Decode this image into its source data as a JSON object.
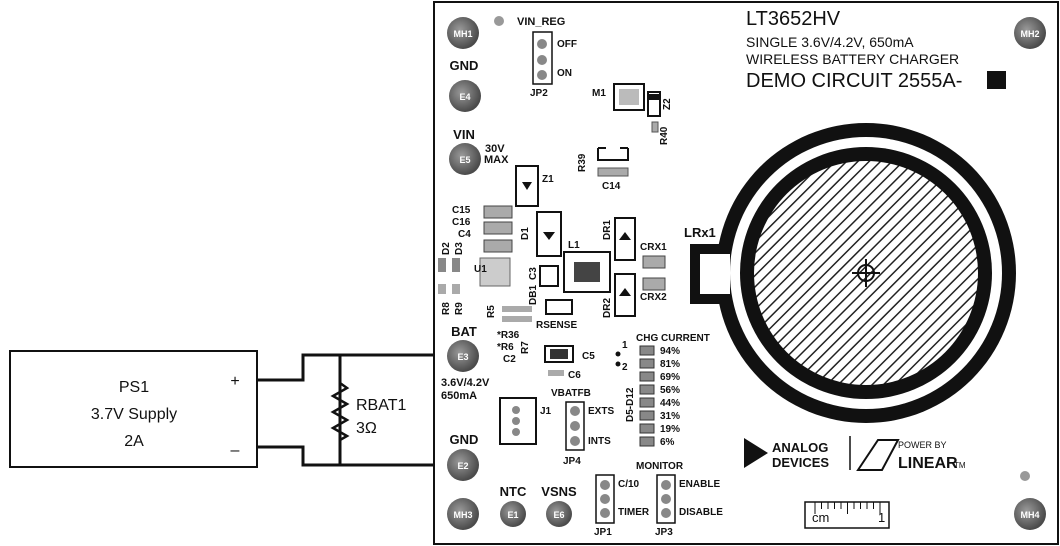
{
  "supply": {
    "name": "PS1",
    "desc": "3.7V Supply",
    "current": "2A",
    "plus": "+",
    "minus": "–"
  },
  "resistor": {
    "name": "RBAT1",
    "value": "3Ω"
  },
  "board": {
    "title": "LT3652HV",
    "line1": "SINGLE 3.6V/4.2V, 650mA",
    "line2": "WIRELESS BATTERY CHARGER",
    "line3": "DEMO CIRCUIT 2555A-",
    "mounting_holes": [
      "MH1",
      "MH2",
      "MH3",
      "MH4"
    ],
    "pads": {
      "E1": "E1",
      "E2": "E2",
      "E3": "E3",
      "E4": "E4",
      "E5": "E5",
      "E6": "E6"
    },
    "labels": {
      "gnd_top": "GND",
      "vin": "VIN",
      "vin_max": "30V\nMAX",
      "vin_max_1": "30V",
      "vin_max_2": "MAX",
      "bat": "BAT",
      "bat_v": "3.6V/4.2V",
      "bat_i": "650mA",
      "gnd_bottom": "GND",
      "ntc": "NTC",
      "vsns": "VSNS",
      "vin_reg": "VIN_REG",
      "off": "OFF",
      "on": "ON",
      "jp1": "JP1",
      "jp2": "JP2",
      "jp3": "JP3",
      "jp4": "JP4",
      "c10": "C/10",
      "timer": "TIMER",
      "enable": "ENABLE",
      "disable": "DISABLE",
      "monitor": "MONITOR",
      "exts": "EXTS",
      "ints": "INTS",
      "vbatfb": "VBATFB",
      "chg_current": "CHG CURRENT",
      "d5d12": "D5-D12",
      "lrx1": "LRx1",
      "m1": "M1",
      "z2": "Z2",
      "r40": "R40",
      "r39": "R39",
      "c14": "C14",
      "z1": "Z1",
      "c15": "C15",
      "c16": "C16",
      "c4": "C4",
      "d2": "D2",
      "d3": "D3",
      "u1": "U1",
      "d1": "D1",
      "c3": "C3",
      "l1": "L1",
      "dr1": "DR1",
      "crx1": "CRX1",
      "dr2": "DR2",
      "crx2": "CRX2",
      "db1": "DB1",
      "r5": "R5",
      "r8": "R8",
      "r9": "R9",
      "rsense": "RSENSE",
      "r36": "*R36",
      "r6": "*R6",
      "r7": "R7",
      "c2": "C2",
      "c5": "C5",
      "c6": "C6",
      "j1": "J1",
      "p1": "1",
      "p2": "2",
      "analog": "ANALOG",
      "devices": "DEVICES",
      "power_by": "POWER BY",
      "linear": "LINEAR",
      "tm": "TM",
      "cm": "cm",
      "one": "1"
    },
    "chg_percent": [
      "94%",
      "81%",
      "69%",
      "56%",
      "44%",
      "31%",
      "19%",
      "6%"
    ]
  }
}
